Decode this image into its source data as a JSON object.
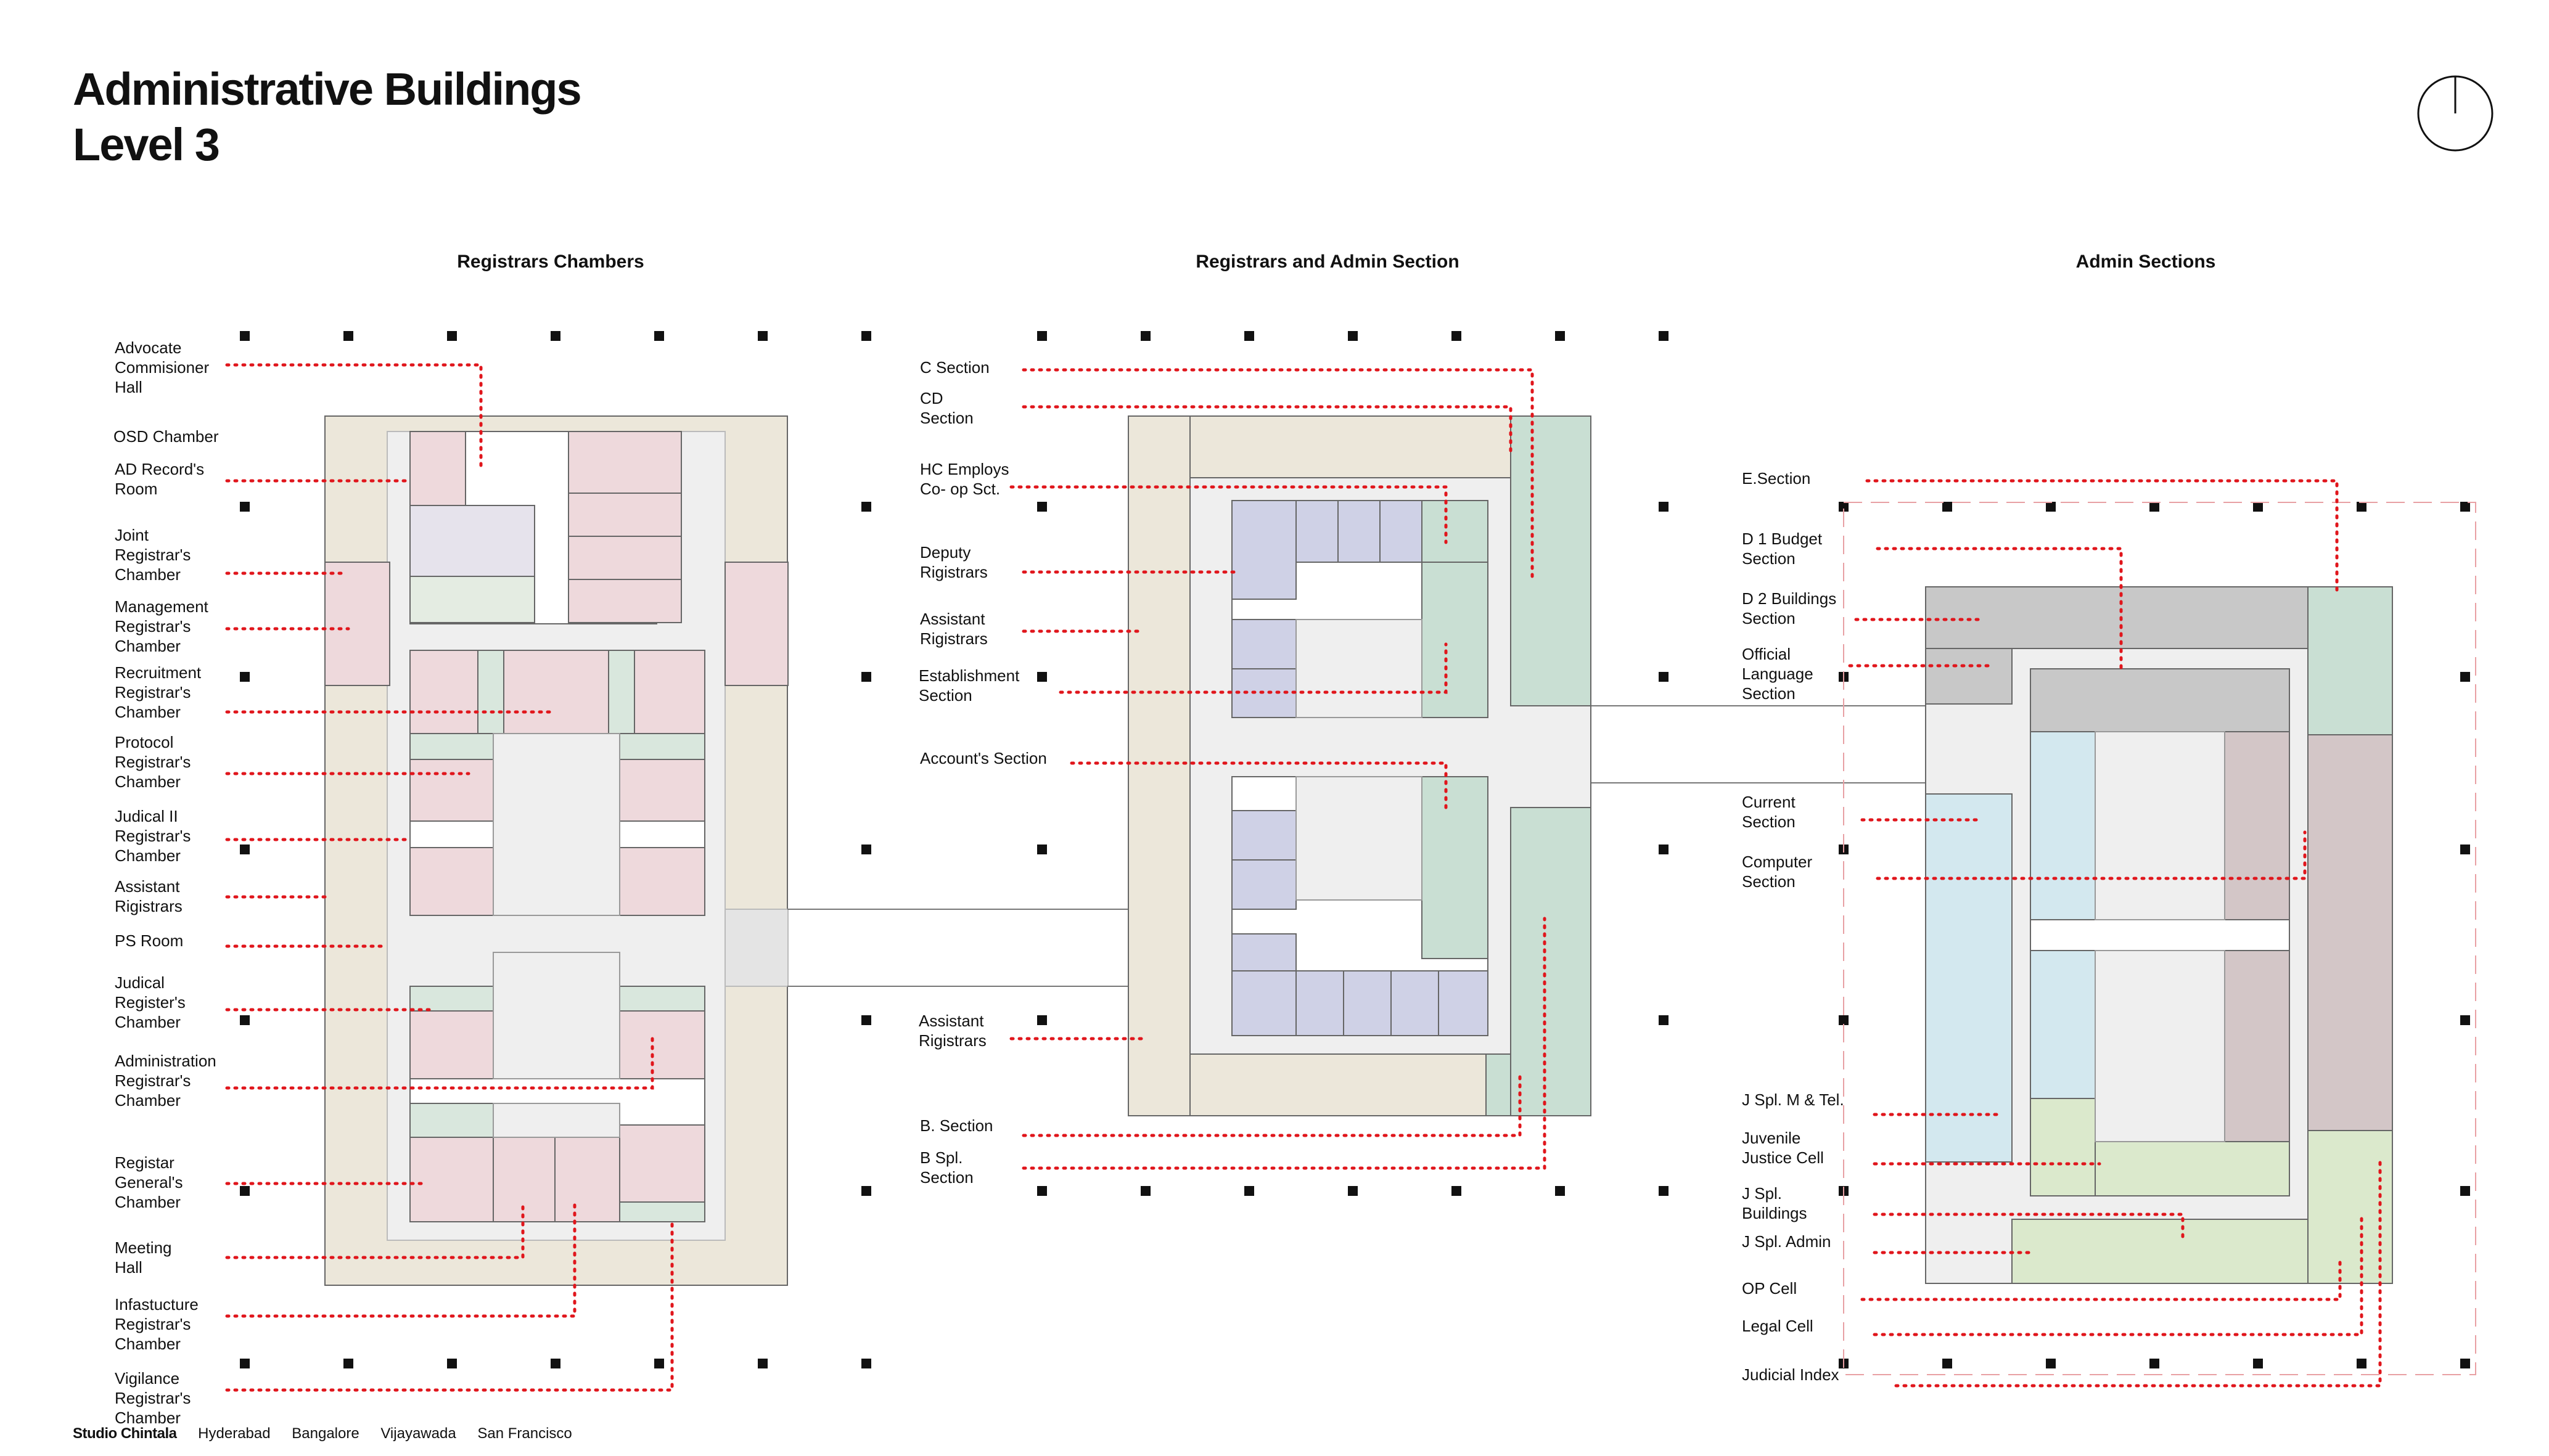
{
  "title_line1": "Administrative Buildings",
  "title_line2": "Level 3",
  "sections": [
    {
      "title": "Registrars Chambers"
    },
    {
      "title": "Registrars and Admin Section"
    },
    {
      "title": "Admin Sections"
    }
  ],
  "left_labels": [
    "Advocate\nCommisioner\nHall",
    "OSD Chamber",
    "AD Record's\nRoom",
    "Joint\nRegistrar's\nChamber",
    "Management\nRegistrar's\nChamber",
    "Recruitment\nRegistrar's\nChamber",
    "Protocol\nRegistrar's\nChamber",
    "Judical II\nRegistrar's\nChamber",
    "Assistant\nRigistrars",
    "PS Room",
    "Judical\nRegister's\nChamber",
    "Administration\nRegistrar's\nChamber",
    "Registar\nGeneral's\nChamber",
    "Meeting\nHall",
    "Infastucture\nRegistrar's\nChamber",
    "Vigilance\nRegistrar's\nChamber"
  ],
  "middle_labels": [
    "C Section",
    "CD\nSection",
    "HC Employs\nCo- op Sct.",
    "Deputy\nRigistrars",
    "Assistant\nRigistrars",
    "Establishment\nSection",
    "Account's Section",
    "Assistant\nRigistrars",
    "B. Section",
    "B Spl.\nSection"
  ],
  "right_labels": [
    "E.Section",
    "D 1 Budget\nSection",
    "D 2 Buildings\nSection",
    "Official\nLanguage\nSection",
    "Current\nSection",
    "Computer\nSection",
    "J Spl. M & Tel.",
    "Juvenile\nJustice Cell",
    "J Spl.\nBuildings",
    "J Spl. Admin",
    "OP Cell",
    "Legal Cell",
    "Judicial Index"
  ],
  "footer": {
    "studio": "Studio Chintala",
    "cities": [
      "Hyderabad",
      "Bangalore",
      "Vijayawada",
      "San Francisco"
    ]
  },
  "colors": {
    "leader": "#e0161c",
    "pink": "#eed9dc",
    "beige": "#ece7da",
    "green": "#c9dfd3",
    "lavender": "#cfd1e6",
    "blue": "#d3e8ef",
    "gray": "#c8c8c8",
    "mauve": "#d3c6c7",
    "lightgreen": "#dbe9cc",
    "corridor": "#efefef"
  },
  "icons": [
    "north-arrow-icon"
  ]
}
